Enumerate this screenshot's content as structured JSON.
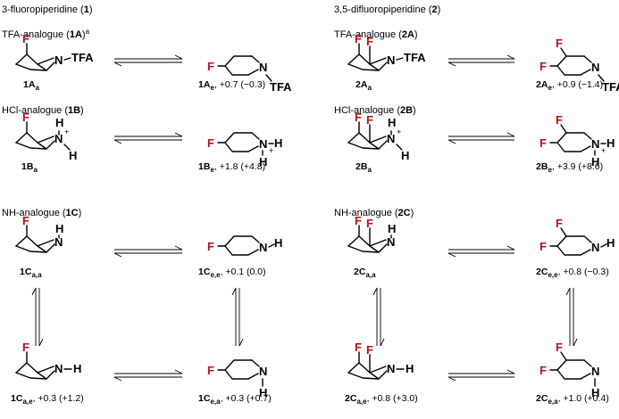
{
  "colors": {
    "fluorine": "#b5121b",
    "ink": "#000000"
  },
  "sections": [
    {
      "heading": {
        "prefix": "3-fluoropiperidine (",
        "num": "1",
        "suffix": ")"
      },
      "rows": [
        {
          "subheading": {
            "prefix": "TFA-analogue (",
            "num": "1A",
            "suffix": ")",
            "sup": "a"
          }
        },
        {
          "subheading": {
            "prefix": "HCl-analogue (",
            "num": "1B",
            "suffix": ")",
            "sup": ""
          }
        },
        {
          "subheading": {
            "prefix": "NH-analogue (",
            "num": "1C",
            "suffix": ")",
            "sup": ""
          }
        }
      ]
    },
    {
      "heading": {
        "prefix": "3,5-difluoropiperidine (",
        "num": "2",
        "suffix": ")"
      },
      "rows": [
        {
          "subheading": {
            "prefix": "TFA-analogue (",
            "num": "2A",
            "suffix": ")",
            "sup": ""
          }
        },
        {
          "subheading": {
            "prefix": "HCl-analogue (",
            "num": "2B",
            "suffix": ")",
            "sup": ""
          }
        },
        {
          "subheading": {
            "prefix": "NH-analogue (",
            "num": "2C",
            "suffix": ")",
            "sup": ""
          }
        }
      ]
    }
  ],
  "atoms": {
    "fluorine": "F",
    "nitrogen": "N",
    "hydrogen": "H",
    "tfa": "TFA",
    "plus": "+"
  },
  "compounds": [
    {
      "id": "1Aa",
      "num": "1A",
      "sub": "a",
      "value": ""
    },
    {
      "id": "1Ae",
      "num": "1A",
      "sub": "e",
      "value": ", +0.7 (−0.3)"
    },
    {
      "id": "1Ba",
      "num": "1B",
      "sub": "a",
      "value": ""
    },
    {
      "id": "1Be",
      "num": "1B",
      "sub": "e",
      "value": ", +1.8 (+4.8)"
    },
    {
      "id": "1Caa",
      "num": "1C",
      "sub": "a,a",
      "value": ""
    },
    {
      "id": "1Cee",
      "num": "1C",
      "sub": "e,e",
      "value": ", +0.1 (0.0)"
    },
    {
      "id": "1Cae",
      "num": "1C",
      "sub": "a,e",
      "value": ", +0.3 (+1.2)"
    },
    {
      "id": "1Cea",
      "num": "1C",
      "sub": "e,a",
      "value": ", +0.3 (+0.7)"
    },
    {
      "id": "2Aa",
      "num": "2A",
      "sub": "a",
      "value": ""
    },
    {
      "id": "2Ae",
      "num": "2A",
      "sub": "e",
      "value": ", +0.9 (−1.4)"
    },
    {
      "id": "2Ba",
      "num": "2B",
      "sub": "a",
      "value": ""
    },
    {
      "id": "2Be",
      "num": "2B",
      "sub": "e",
      "value": ", +3.9 (+8.6)"
    },
    {
      "id": "2Caa",
      "num": "2C",
      "sub": "a,a",
      "value": ""
    },
    {
      "id": "2Cee",
      "num": "2C",
      "sub": "e,e",
      "value": ", +0.8 (−0.3)"
    },
    {
      "id": "2Cae",
      "num": "2C",
      "sub": "a,e",
      "value": ", +0.8 (+3.0)"
    },
    {
      "id": "2Cea",
      "num": "2C",
      "sub": "e,a",
      "value": ", +1.0 (+0.4)"
    }
  ]
}
